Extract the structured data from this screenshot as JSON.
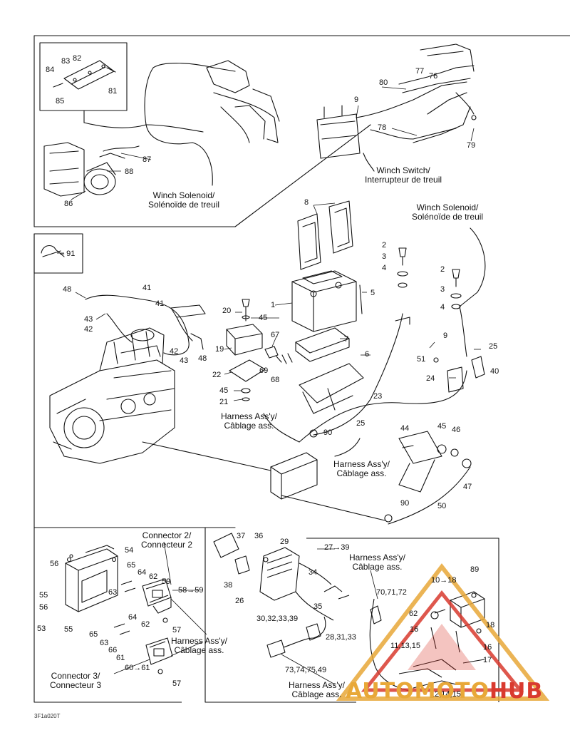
{
  "captions": {
    "winch_solenoid_top": [
      "Winch Solenoid/",
      "Solénoïde de treuil"
    ],
    "winch_switch": [
      "Winch Switch/",
      "Interrupteur de treuil"
    ],
    "winch_solenoid_right": [
      "Winch Solenoid/",
      "Solénoïde de treuil"
    ],
    "harness_mid": [
      "Harness Ass'y/",
      "Câblage ass."
    ],
    "harness_right": [
      "Harness Ass'y/",
      "Câblage ass."
    ],
    "connector2": [
      "Connector 2/",
      "Connecteur 2"
    ],
    "connector3": [
      "Connector 3/",
      "Connecteur 3"
    ],
    "harness_bl": [
      "Harness Ass'y/",
      "Câblage ass."
    ],
    "harness_bc_top": [
      "Harness Ass'y/",
      "Câblage ass."
    ],
    "harness_bc_bottom": [
      "Harness Ass'y/",
      "Câblage ass."
    ]
  },
  "callouts": {
    "c84": "84",
    "c83": "83",
    "c82": "82",
    "c85": "85",
    "c81": "81",
    "c87": "87",
    "c88": "88",
    "c86": "86",
    "c80": "80",
    "c77": "77",
    "c76": "76",
    "c9a": "9",
    "c78": "78",
    "c79": "79",
    "c8": "8",
    "c2a": "2",
    "c3a": "3",
    "c4a": "4",
    "c1": "1",
    "c5": "5",
    "c7": "7",
    "c6": "6",
    "c2b": "2",
    "c3b": "3",
    "c4b": "4",
    "c9b": "9",
    "c25a": "25",
    "c51": "51",
    "c40": "40",
    "c24": "24",
    "c91": "– 91",
    "c48a": "48",
    "c41a": "41",
    "c43a": "43",
    "c42a": "42",
    "c41b": "41",
    "c42b": "42",
    "c43b": "43",
    "c48b": "48",
    "c20": "20",
    "c45a": "45",
    "c19": "19",
    "c22": "22",
    "c45b": "45",
    "c21": "21",
    "c67": "67",
    "c69": "69",
    "c68": "68",
    "c90a": "90",
    "c25b": "25",
    "c23": "23",
    "c44": "44",
    "c45c": "45",
    "c46": "46",
    "c47": "47",
    "c90b": "90",
    "c50": "50",
    "c56a": "56",
    "c54": "54",
    "c65a": "65",
    "c64a": "64",
    "c62a": "62",
    "c59": "59",
    "c55a": "55",
    "c56b": "56",
    "c63a": "63",
    "c53": "53",
    "c55b": "55",
    "c58": "58→59",
    "c57a": "57",
    "c64b": "64",
    "c65b": "65",
    "c62b": "62",
    "c63b": "63",
    "c66": "66",
    "c61": "61",
    "c60": "60→61",
    "c57b": "57",
    "c37": "37",
    "c36": "36",
    "c29": "29",
    "c27": "27→39",
    "c38": "38",
    "c34": "34",
    "c26": "26",
    "c35": "35",
    "c30": "30,32,33,39",
    "c28": "28,31,33",
    "c73": "73,74,75,49",
    "c70": "70,71,72",
    "c10": "10→18",
    "c89": "89",
    "c62c": "62",
    "c16a": "16",
    "c18": "18",
    "c11": "11,13,15",
    "c16b": "16",
    "c17": "17",
    "c12": "12,14,15"
  },
  "reference_code": "3F1a020T",
  "watermark": {
    "part1": "AUTOMOTO",
    "part2": "HUB"
  },
  "colors": {
    "line": "#111111",
    "watermark_orange": "#e8a838",
    "watermark_red": "#d93a2f"
  }
}
